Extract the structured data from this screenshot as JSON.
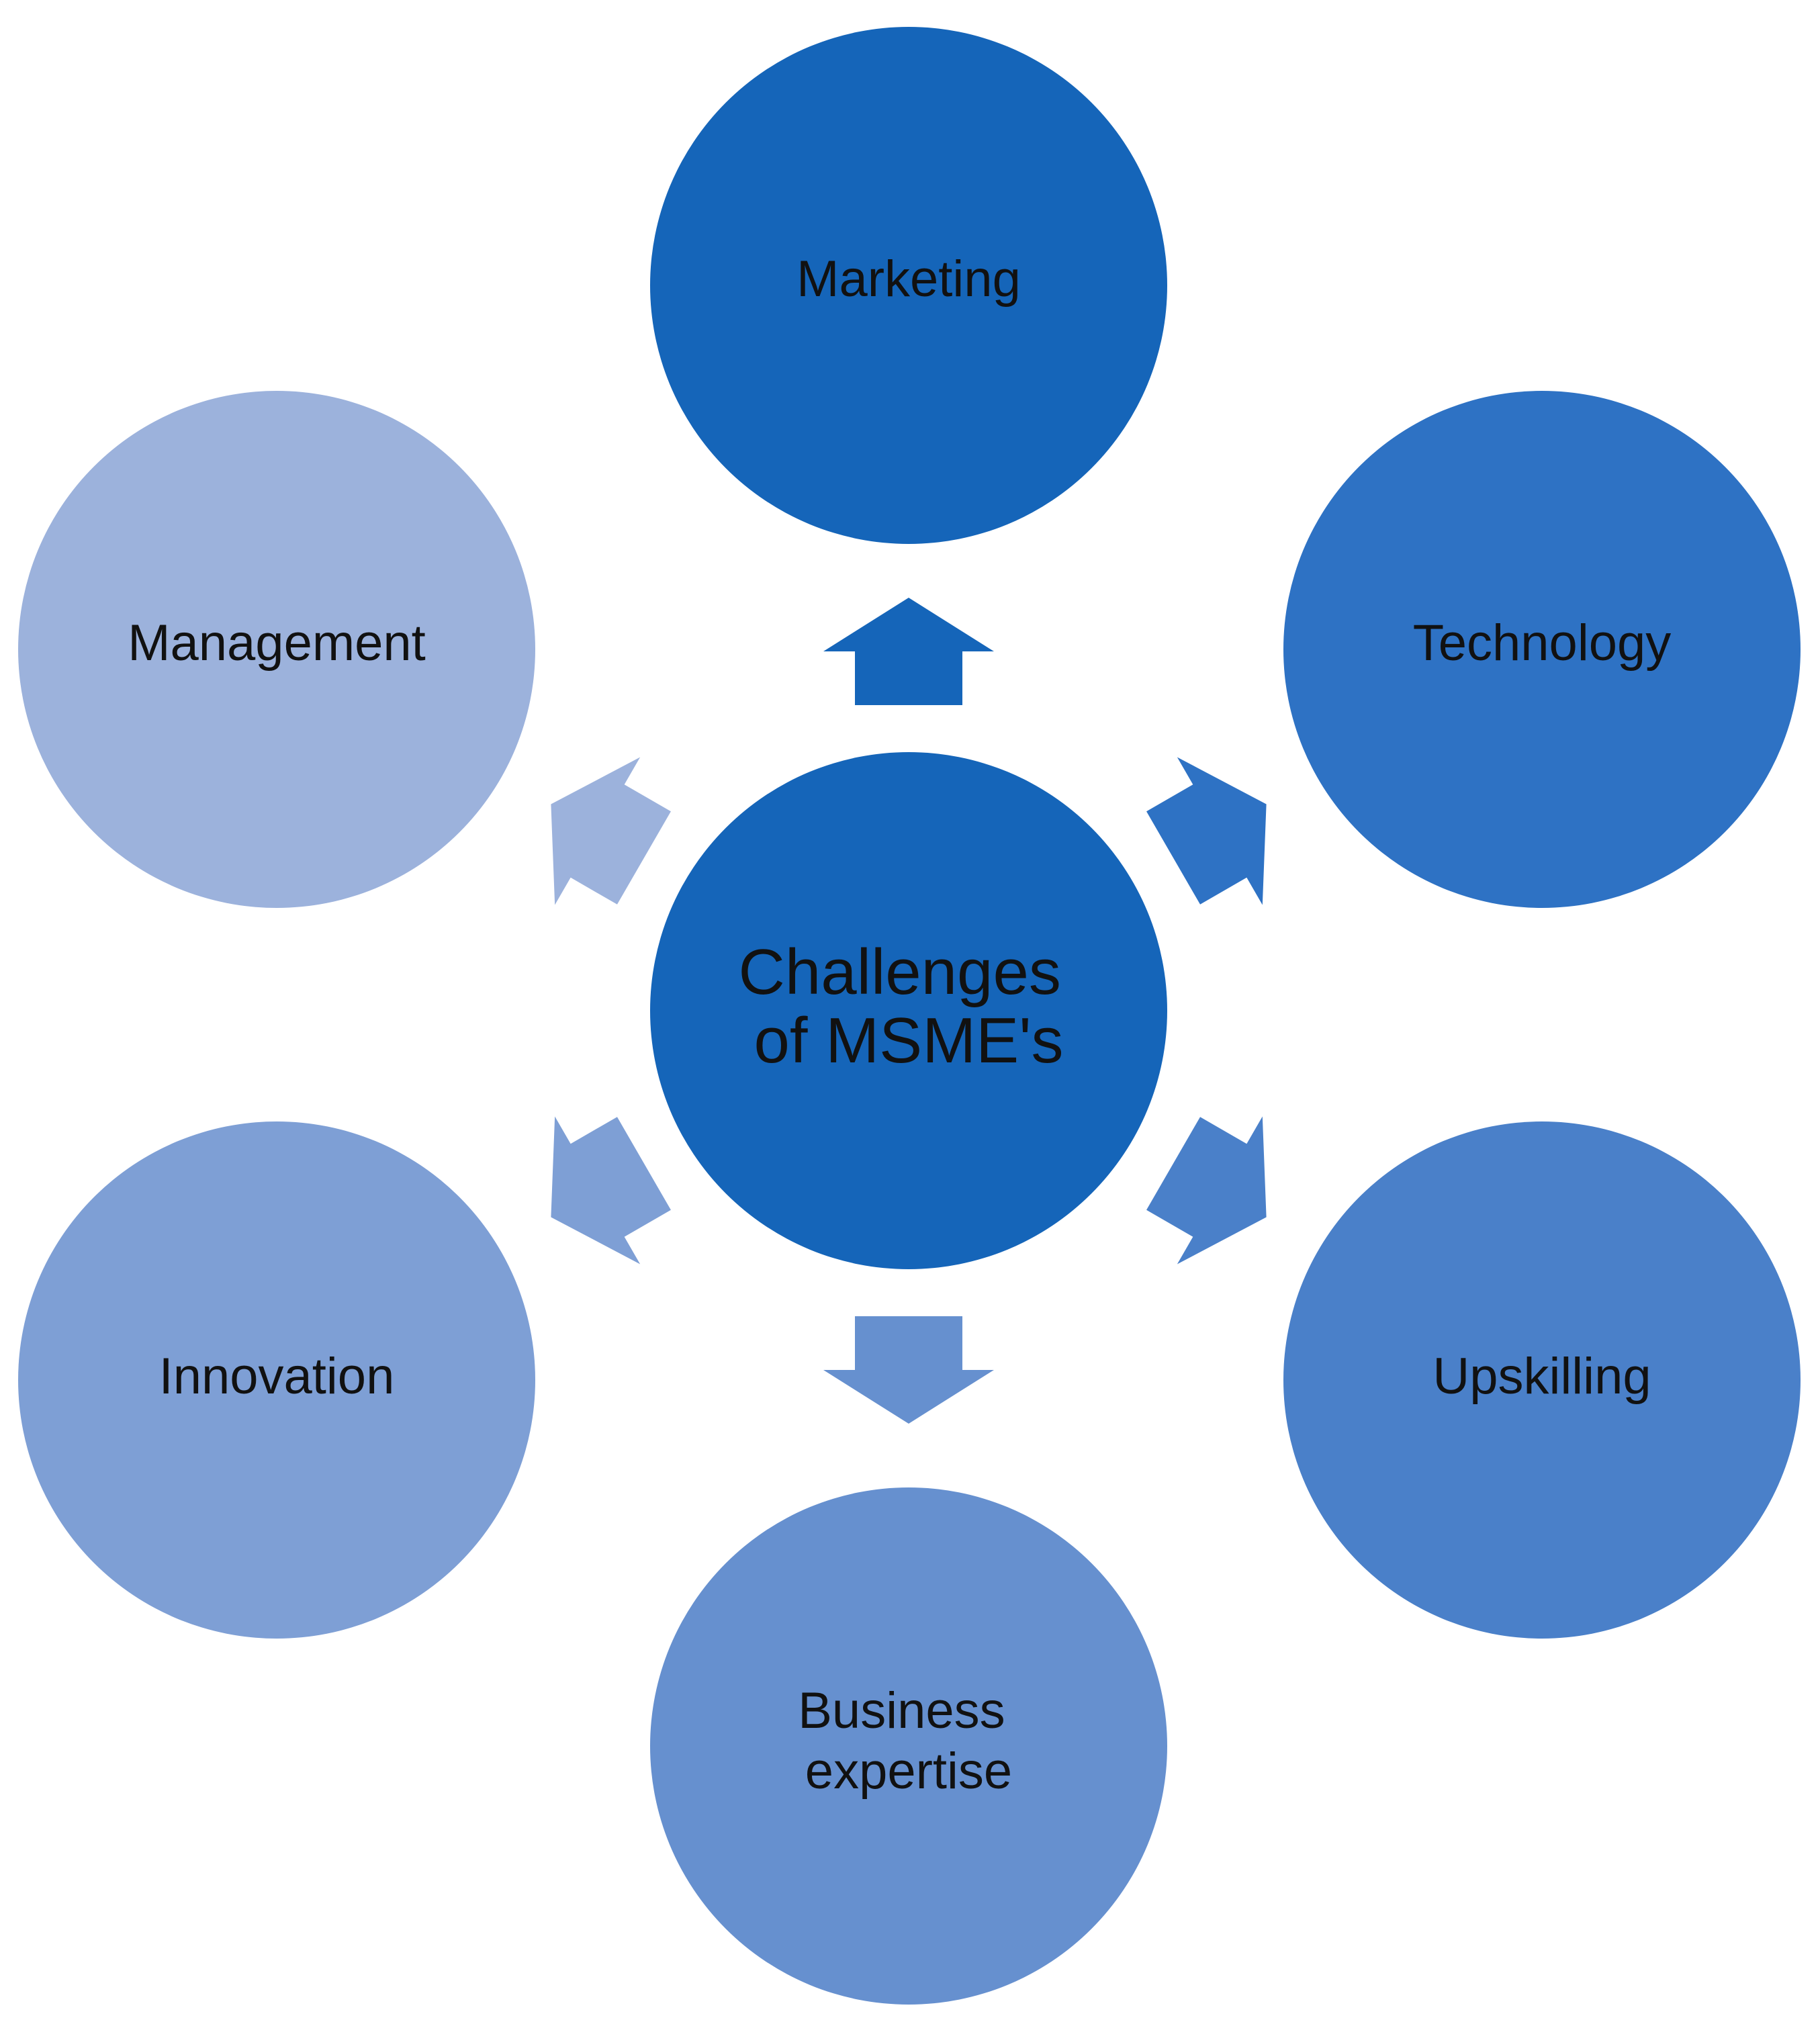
{
  "diagram": {
    "center": {
      "lines": [
        "Challenges",
        "of MSME's"
      ],
      "color": "#1565b9"
    },
    "nodes": [
      {
        "key": "marketing",
        "lines": [
          "Marketing"
        ],
        "color": "#1565b9"
      },
      {
        "key": "technology",
        "lines": [
          "Technology"
        ],
        "color": "#2e72c4"
      },
      {
        "key": "upskilling",
        "lines": [
          "Upskilling"
        ],
        "color": "#4a80c9"
      },
      {
        "key": "business-expertise",
        "lines": [
          "Business",
          "expertise"
        ],
        "color": "#6690cf"
      },
      {
        "key": "innovation",
        "lines": [
          "Innovation"
        ],
        "color": "#7e9fd5"
      },
      {
        "key": "management",
        "lines": [
          "Management"
        ],
        "color": "#9cb2dc"
      }
    ]
  }
}
